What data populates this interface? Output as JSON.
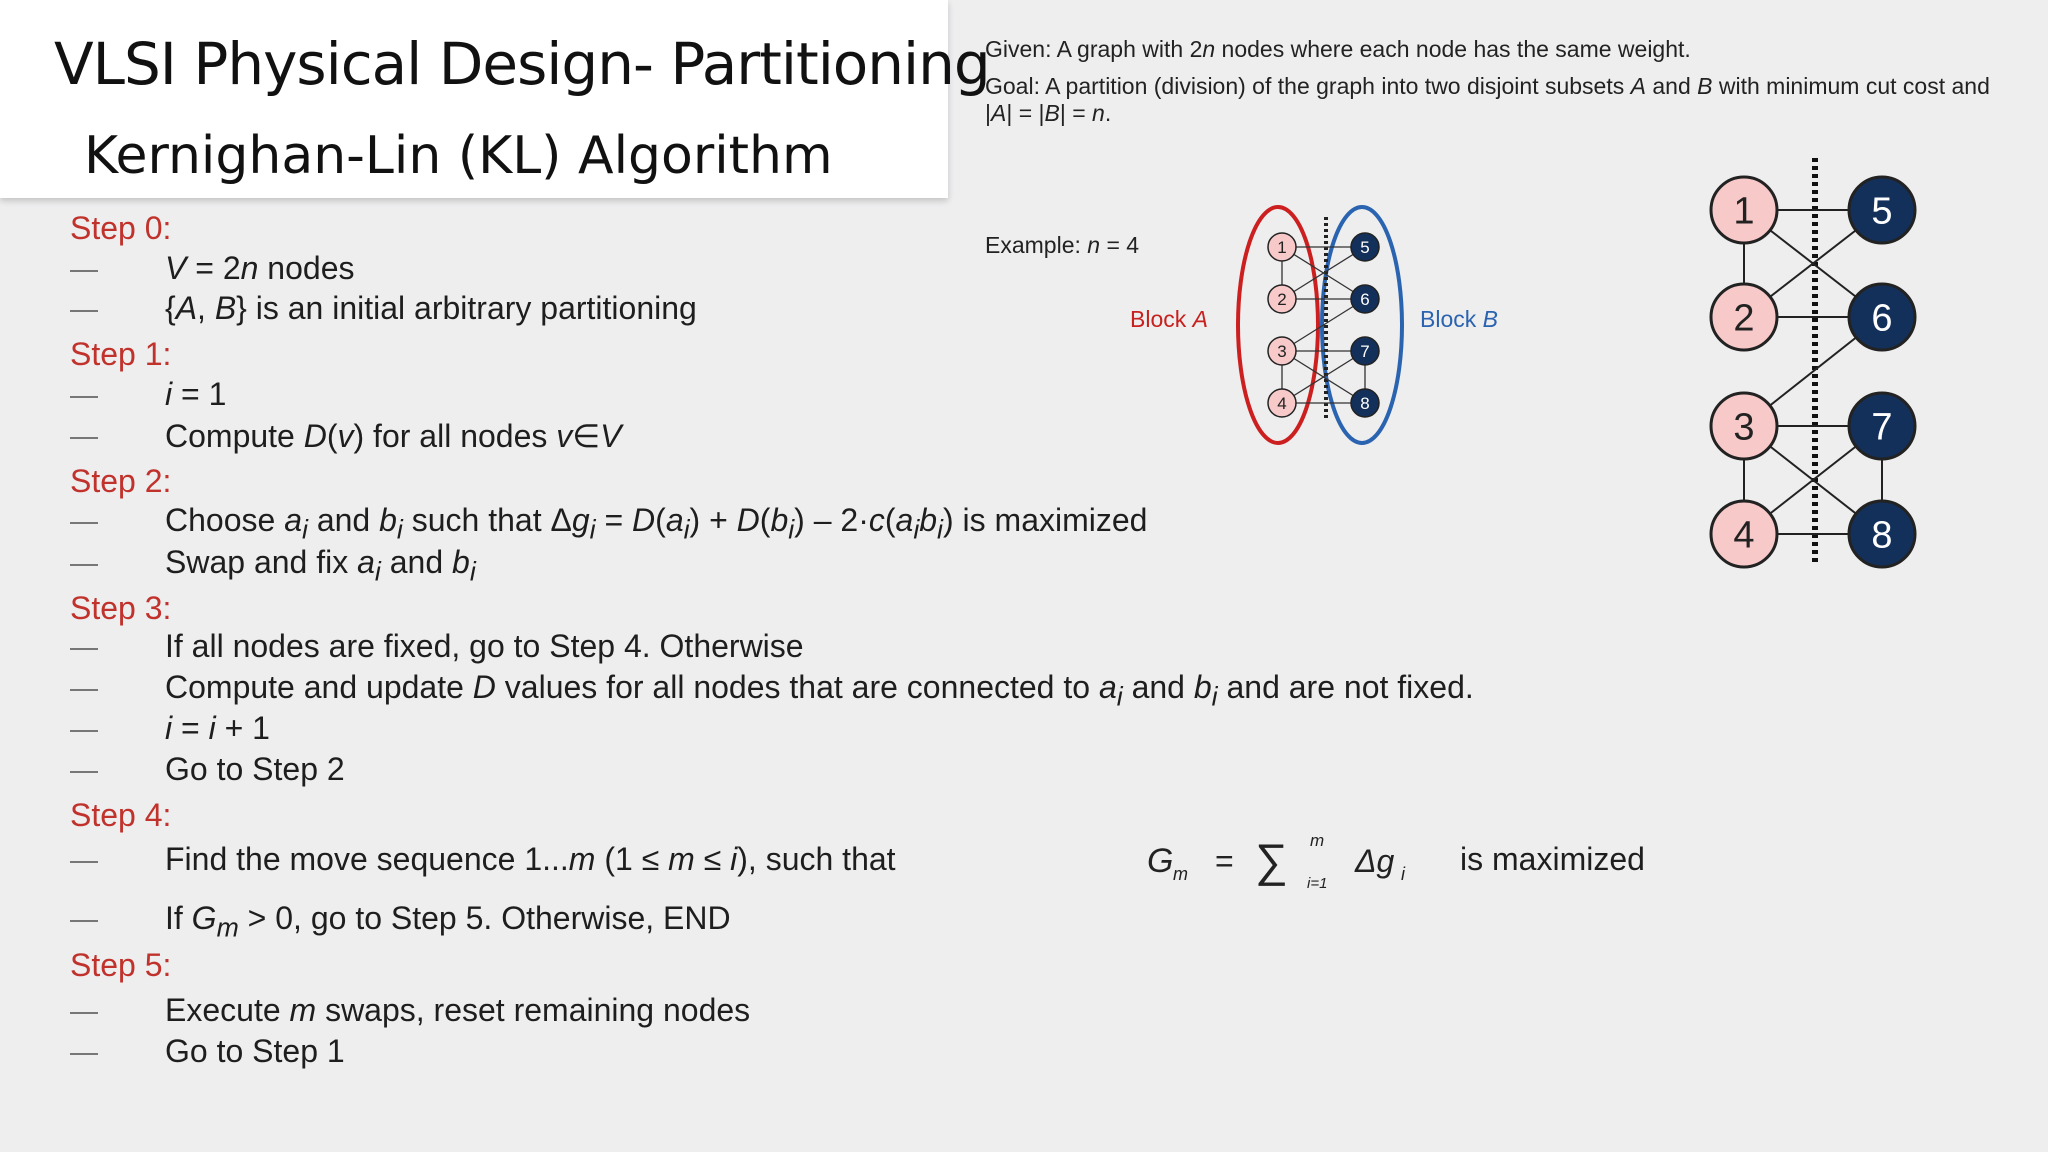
{
  "title": "VLSI Physical Design- Partitioning",
  "subtitle": "Kernighan-Lin (KL) Algorithm",
  "given_pre": "Given: A graph with 2",
  "given_n": "n",
  "given_post": " nodes where each node has the same weight.",
  "goal_pre": "Goal: A partition (division) of the graph into two disjoint subsets ",
  "goal_a": "A",
  "goal_mid": " and ",
  "goal_b": "B",
  "goal_post": " with minimum cut cost and |",
  "goal_a2": "A",
  "goal_eq": "| = |",
  "goal_b2": "B",
  "goal_end": "| = ",
  "goal_n": "n",
  "goal_dot": ".",
  "example_pre": "Example: ",
  "example_n": "n",
  "example_post": " = 4",
  "block_a_pre": "Block ",
  "block_a_letter": "A",
  "block_b_pre": "Block ",
  "block_b_letter": "B",
  "small_graph_nodes_a": [
    "1",
    "2",
    "3",
    "4"
  ],
  "small_graph_nodes_b": [
    "5",
    "6",
    "7",
    "8"
  ],
  "large_graph_nodes_a": [
    "1",
    "2",
    "3",
    "4"
  ],
  "large_graph_nodes_b": [
    "5",
    "6",
    "7",
    "8"
  ],
  "steps": {
    "step0": "Step 0:",
    "s0_1a": "V",
    "s0_1b": " = 2",
    "s0_1c": "n",
    "s0_1d": " nodes",
    "s0_2a": "{",
    "s0_2b": "A",
    "s0_2c": ", ",
    "s0_2d": "B",
    "s0_2e": "} is an initial arbitrary partitioning",
    "step1": "Step 1:",
    "s1_1a": "i",
    "s1_1b": " = 1",
    "s1_2a": "Compute ",
    "s1_2b": "D",
    "s1_2c": "(",
    "s1_2d": "v",
    "s1_2e": ") for all nodes ",
    "s1_2f": "v",
    "s1_2g": "∈",
    "s1_2h": "V",
    "step2": "Step 2:",
    "s2_1a": "Choose ",
    "s2_1b": "a",
    "s2_1c": "i",
    "s2_1d": " and ",
    "s2_1e": "b",
    "s2_1f": "i",
    "s2_1g": " such that Δ",
    "s2_1h": "g",
    "s2_1i": "i",
    "s2_1j": " = ",
    "s2_1k": "D",
    "s2_1l": "(",
    "s2_1m": "a",
    "s2_1n": "i",
    "s2_1o": ") + ",
    "s2_1p": "D",
    "s2_1q": "(",
    "s2_1r": "b",
    "s2_1s": "i",
    "s2_1t": ") – 2·",
    "s2_1u": "c",
    "s2_1v": "(",
    "s2_1w": "a",
    "s2_1x": "i",
    "s2_1y": "b",
    "s2_1z": "i",
    "s2_1end": ") is maximized",
    "s2_2a": "Swap and fix ",
    "s2_2b": "a",
    "s2_2c": "i",
    "s2_2d": " and ",
    "s2_2e": "b",
    "s2_2f": "i",
    "step3": "Step 3:",
    "s3_1": "If all nodes are fixed, go to Step 4. Otherwise",
    "s3_2a": "Compute and update ",
    "s3_2b": "D",
    "s3_2c": " values for all nodes that are connected to ",
    "s3_2d": "a",
    "s3_2e": "i",
    "s3_2f": " and ",
    "s3_2g": "b",
    "s3_2h": "i",
    "s3_2i": " and are not fixed.",
    "s3_3a": "i",
    "s3_3b": " = ",
    "s3_3c": "i",
    "s3_3d": " + 1",
    "s3_4": "Go to Step 2",
    "step4": "Step 4:",
    "s4_1a": "Find the move sequence 1...",
    "s4_1b": "m",
    "s4_1c": " (1 ≤ ",
    "s4_1d": "m",
    "s4_1e": " ≤ ",
    "s4_1f": "i",
    "s4_1g": "), such that",
    "s4_1h": "is maximized",
    "formula_g": "G",
    "formula_m": "m",
    "formula_eq": "=",
    "formula_sigma": "∑",
    "formula_upper": "m",
    "formula_lower": "i=1",
    "formula_delta": "Δg",
    "formula_i": "i",
    "s4_2a": "If ",
    "s4_2b": "G",
    "s4_2c": "m",
    "s4_2d": " > 0, go to Step 5. Otherwise, END",
    "step5": "Step 5:",
    "s5_1a": "Execute ",
    "s5_1b": "m",
    "s5_1c": " swaps, reset remaining nodes",
    "s5_2": "Go to Step 1"
  }
}
